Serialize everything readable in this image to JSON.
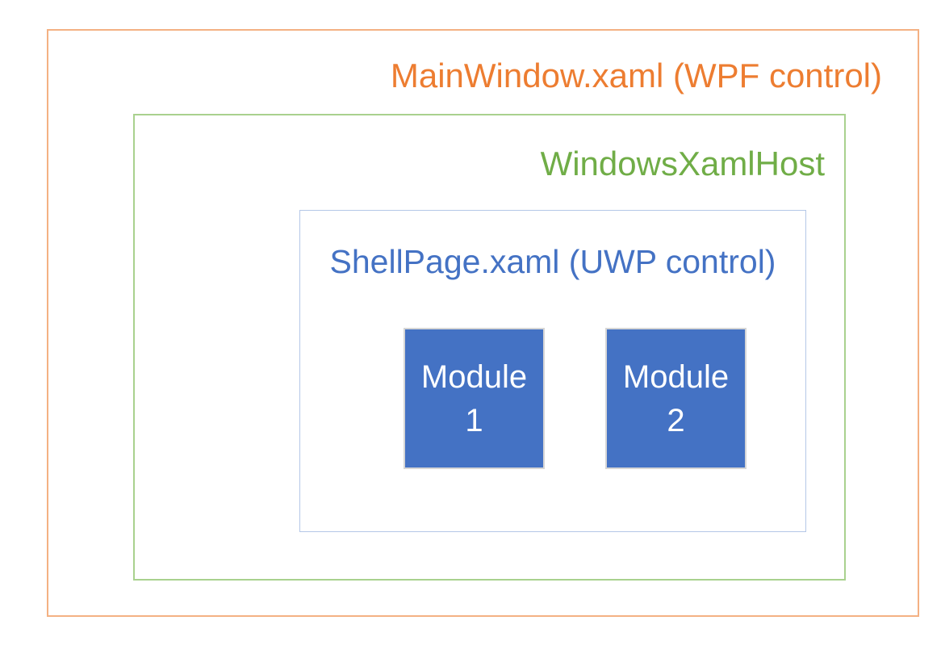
{
  "diagram": {
    "wpf_window": {
      "label": "MainWindow.xaml (WPF control)",
      "text_color": "#ED7D31",
      "border_color": "#F4B183"
    },
    "xaml_host": {
      "label": "WindowsXamlHost",
      "text_color": "#70AD47",
      "border_color": "#A9D18E"
    },
    "shell_page": {
      "label": "ShellPage.xaml (UWP control)",
      "text_color": "#4472C4",
      "border_color": "#B4C7E7"
    },
    "modules": [
      {
        "name": "Module",
        "number": "1",
        "fill_color": "#4472C4",
        "border_color": "#D6D6D6",
        "text_color": "#FFFFFF"
      },
      {
        "name": "Module",
        "number": "2",
        "fill_color": "#4472C4",
        "border_color": "#D6D6D6",
        "text_color": "#FFFFFF"
      }
    ]
  }
}
